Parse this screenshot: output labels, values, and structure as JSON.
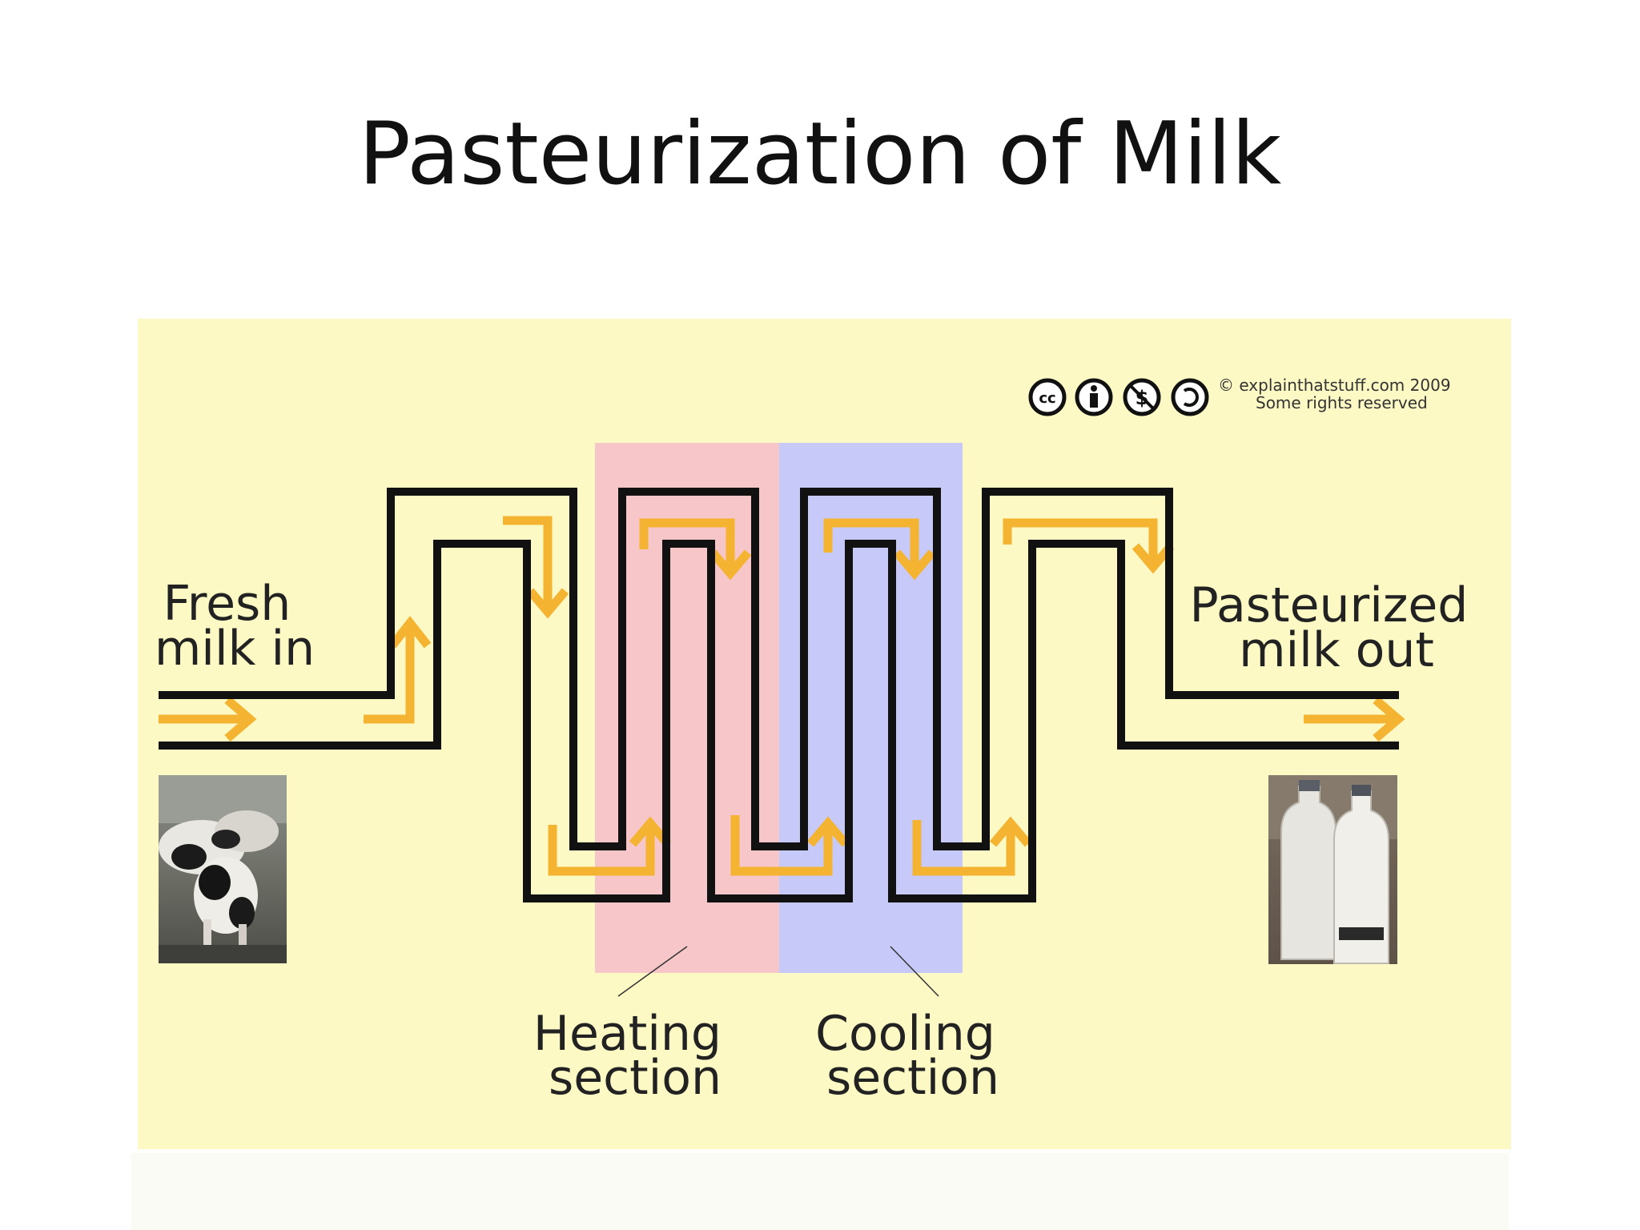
{
  "slide": {
    "title": "Pasteurization of Milk"
  },
  "diagram": {
    "labels": {
      "input": [
        "Fresh",
        "milk in"
      ],
      "output": [
        "Pasteurized",
        "milk out"
      ],
      "heating": [
        "Heating",
        "section"
      ],
      "cooling": [
        "Cooling",
        "section"
      ]
    },
    "credit": {
      "line1": "© explainthatstuff.com 2009",
      "line2": "Some rights reserved",
      "license_icons": [
        "cc-icon",
        "by-icon",
        "nc-icon",
        "sa-icon"
      ]
    },
    "images": {
      "left": "cows-photo",
      "right": "milk-bottles-photo"
    },
    "colors": {
      "background": "#fdf9c4",
      "heating": "#f7c6c9",
      "cooling": "#c7c9f8",
      "pipe": "#111111",
      "flow_arrow": "#f4b331"
    }
  }
}
